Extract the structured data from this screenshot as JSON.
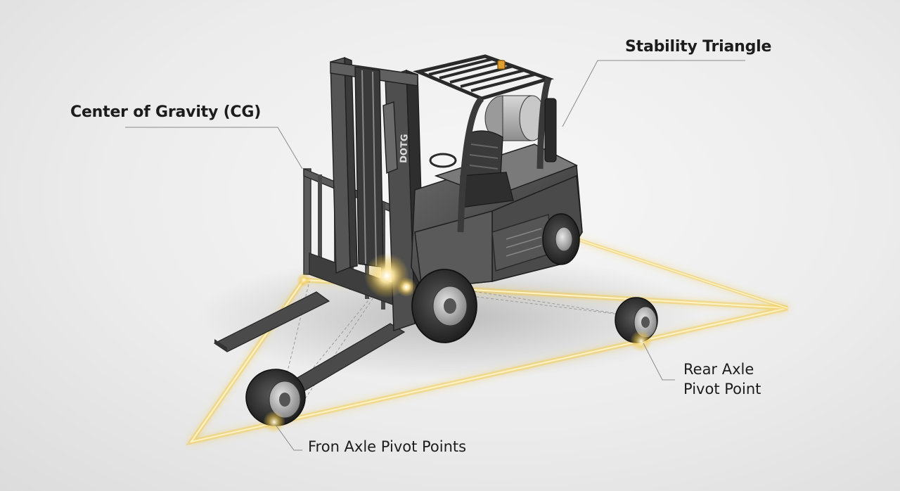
{
  "labels": {
    "stability_triangle": "Stability Triangle",
    "center_of_gravity": "Center of Gravity (CG)",
    "rear_axle_line1": "Rear Axle",
    "rear_axle_line2": "Pivot Point",
    "front_axle": "Fron Axle Pivot Points"
  },
  "mast_text": "DOTG",
  "colors": {
    "background": "#ececec",
    "triangle_glow": "#f2c94c",
    "triangle_core": "#fff3c4",
    "body_dark": "#3a3a3a",
    "body_mid": "#6e6e6e",
    "leader_line": "#8a8a8a",
    "text": "#1c1c1c"
  }
}
